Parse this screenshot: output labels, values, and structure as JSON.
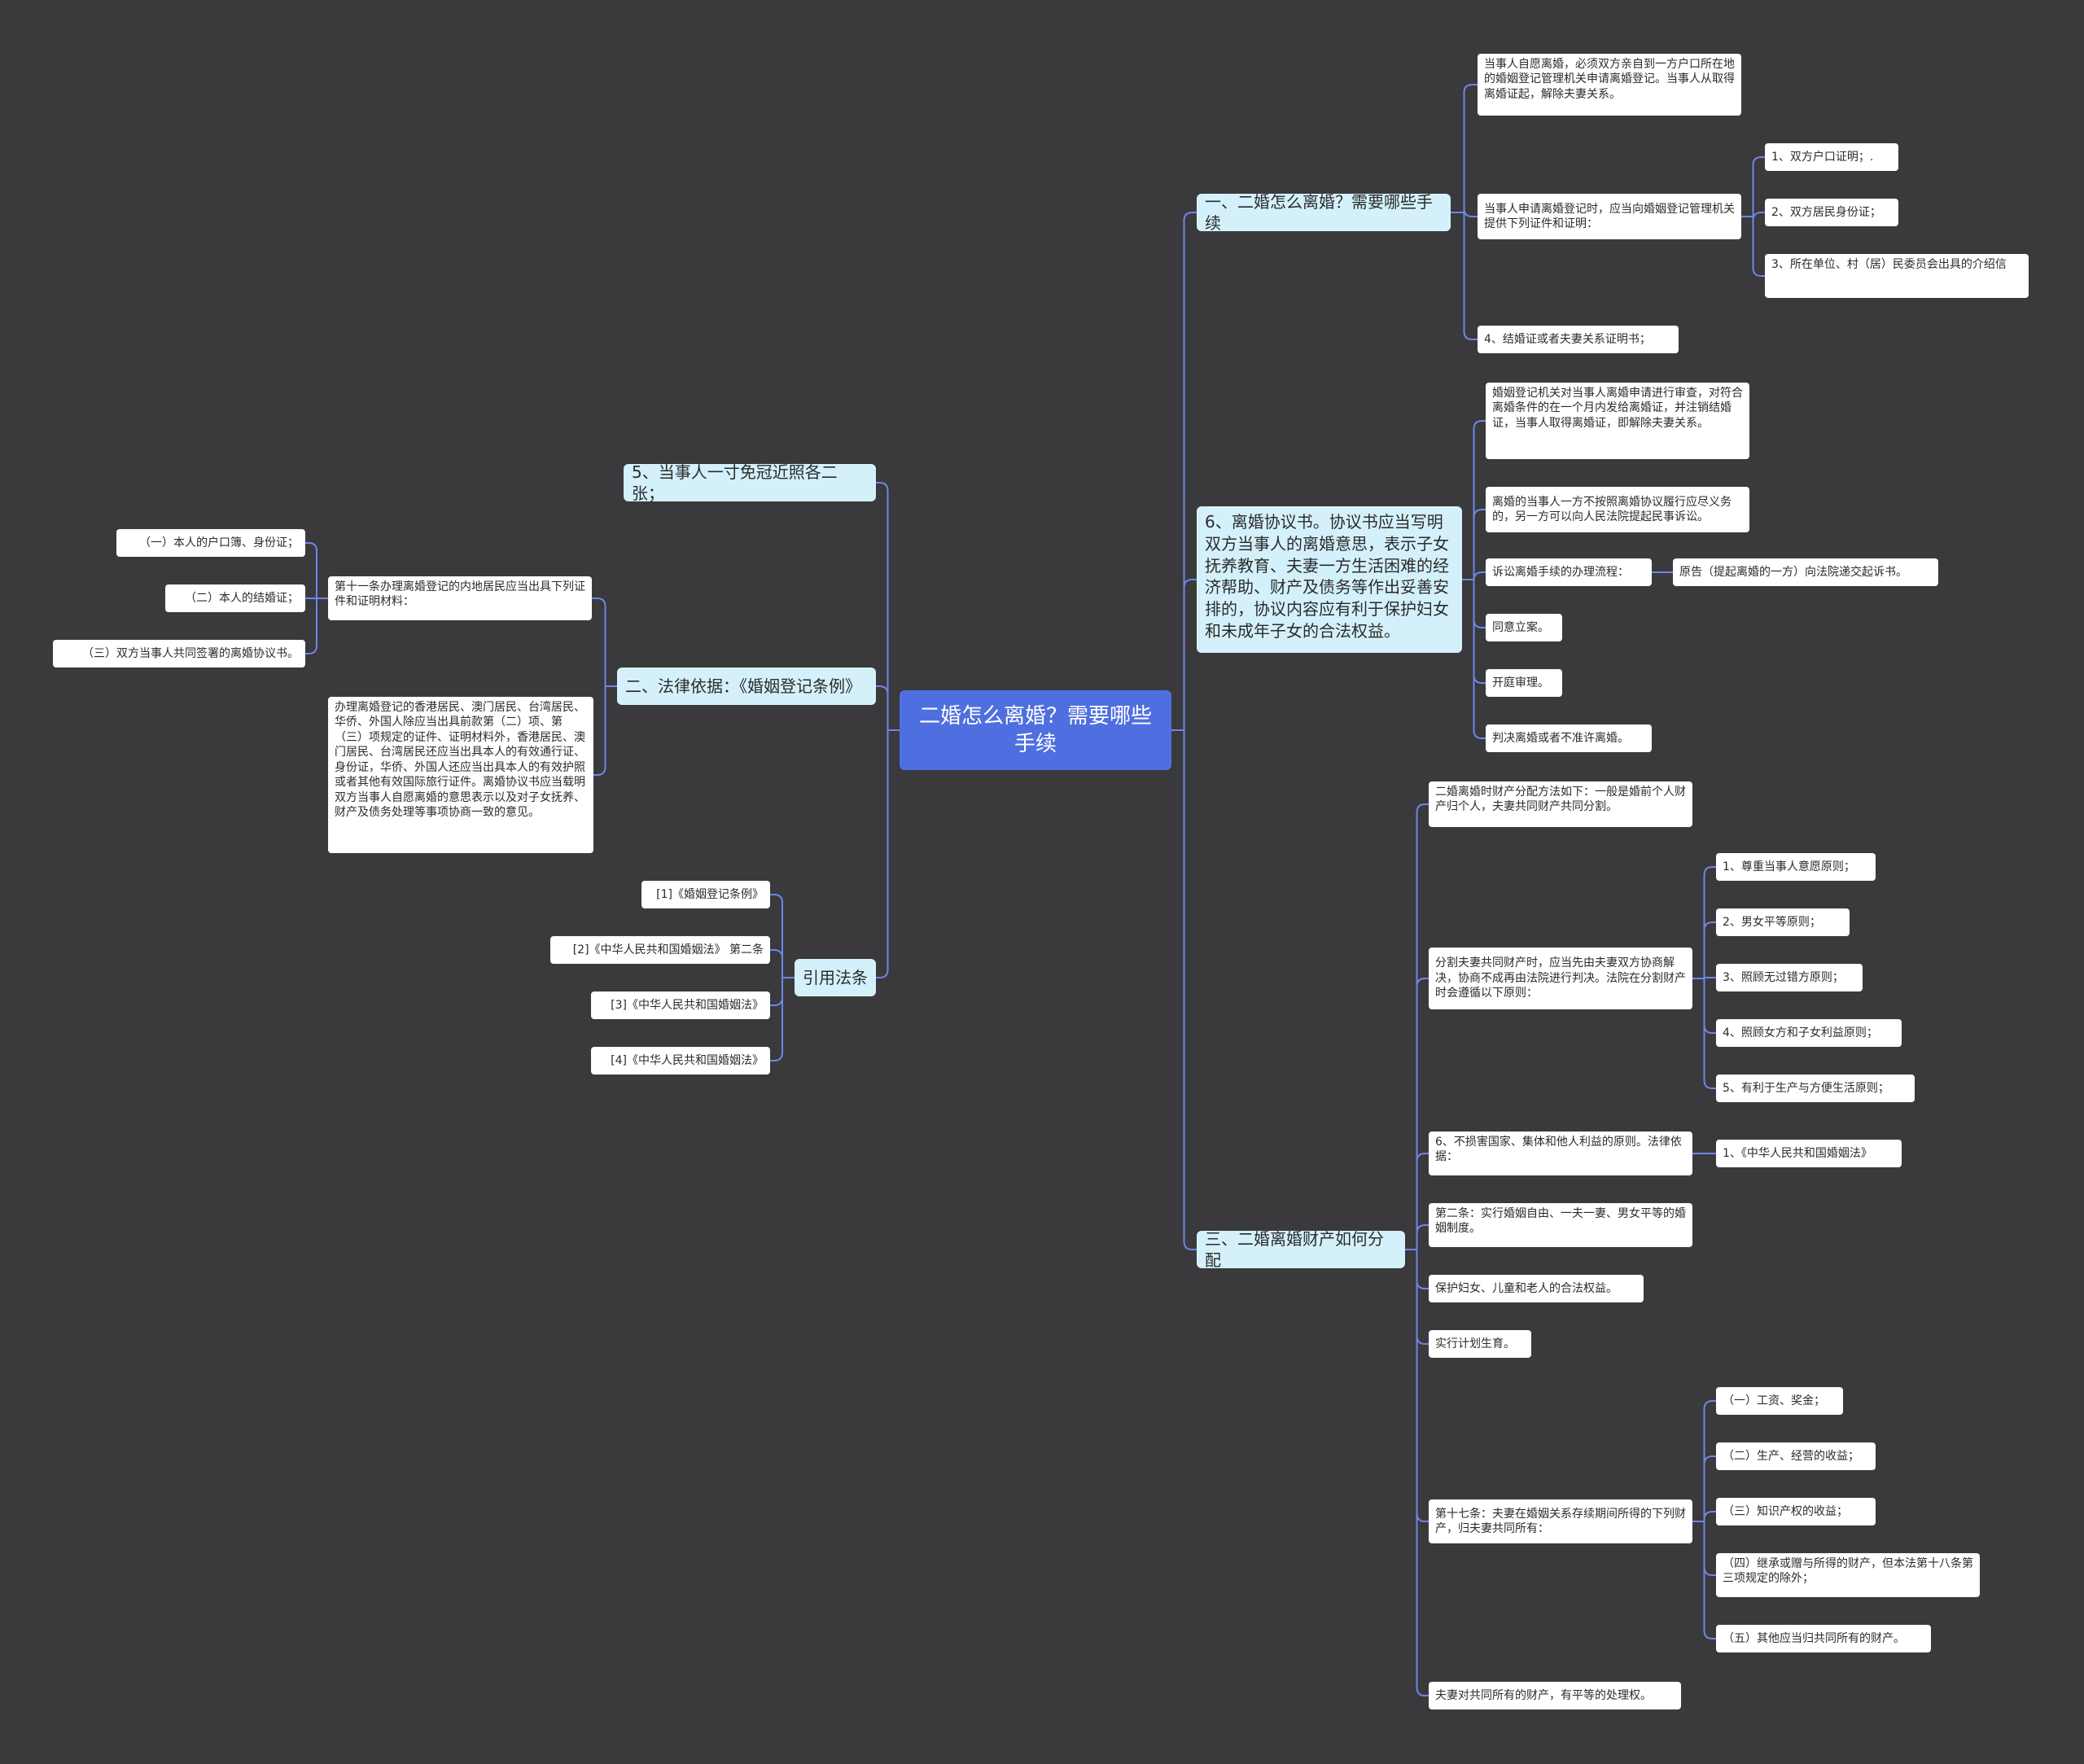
{
  "colors": {
    "background": "#3a393b",
    "root": "#4f6fe0",
    "branch": "#d4f1fb",
    "leaf": "#ffffff",
    "connector": "#6d86e8"
  },
  "root": {
    "title": "二婚怎么离婚？需要哪些手续"
  },
  "right": {
    "b1": {
      "title": "一、二婚怎么离婚？需要哪些手续",
      "n1": "当事人自愿离婚，必须双方亲自到一方户口所在地的婚姻登记管理机关申请离婚登记。当事人从取得离婚证起，解除夫妻关系。",
      "n2": "当事人申请离婚登记时，应当向婚姻登记管理机关提供下列证件和证明：",
      "n2_items": [
        "1、双方户口证明；.",
        "2、双方居民身份证；",
        "3、所在单位、村（居）民委员会出具的介绍信"
      ],
      "n3": "4、结婚证或者夫妻关系证明书；"
    },
    "b2": {
      "title": "6、离婚协议书。协议书应当写明双方当事人的离婚意思，表示子女抚养教育、夫妻一方生活困难的经济帮助、财产及债务等作出妥善安排的，协议内容应有利于保护妇女和未成年子女的合法权益。",
      "n1": "婚姻登记机关对当事人离婚申请进行审查，对符合离婚条件的在一个月内发给离婚证，并注销结婚证，当事人取得离婚证，即解除夫妻关系。",
      "n2": "离婚的当事人一方不按照离婚协议履行应尽义务的，另一方可以向人民法院提起民事诉讼。",
      "n3": "诉讼离婚手续的办理流程：",
      "n3_item": "原告（提起离婚的一方）向法院递交起诉书。",
      "n4": "同意立案。",
      "n5": "开庭审理。",
      "n6": "判决离婚或者不准许离婚。"
    },
    "b3": {
      "title": "三、二婚离婚财产如何分配",
      "n1": "二婚离婚时财产分配方法如下：一般是婚前个人财产归个人，夫妻共同财产共同分割。",
      "n2": "分割夫妻共同财产时，应当先由夫妻双方协商解决，协商不成再由法院进行判决。法院在分割财产时会遵循以下原则：",
      "n2_items": [
        "1、尊重当事人意愿原则；",
        "2、男女平等原则；",
        "3、照顾无过错方原则；",
        "4、照顾女方和子女利益原则；",
        "5、有利于生产与方便生活原则；"
      ],
      "n3": "6、不损害国家、集体和他人利益的原则。法律依据：",
      "n3_item": "1、《中华人民共和国婚姻法》",
      "n4": "第二条：实行婚姻自由、一夫一妻、男女平等的婚姻制度。",
      "n5": "保护妇女、儿童和老人的合法权益。",
      "n6": "实行计划生育。",
      "n7": "第十七条：夫妻在婚姻关系存续期间所得的下列财产，归夫妻共同所有：",
      "n7_items": [
        "（一）工资、奖金；",
        "（二）生产、经营的收益；",
        "（三）知识产权的收益；",
        "（四）继承或赠与所得的财产，但本法第十八条第三项规定的除外；",
        "（五）其他应当归共同所有的财产。"
      ],
      "n8": "夫妻对共同所有的财产，有平等的处理权。"
    }
  },
  "left": {
    "b1": {
      "title": "5、当事人一寸免冠近照各二张；"
    },
    "b2": {
      "title": "二、法律依据：《婚姻登记条例》",
      "n1": "第十一条办理离婚登记的内地居民应当出具下列证件和证明材料：",
      "n1_items": [
        "（一）本人的户口簿、身份证；",
        "（二）本人的结婚证；",
        "（三）双方当事人共同签署的离婚协议书。"
      ],
      "n2": "办理离婚登记的香港居民、澳门居民、台湾居民、华侨、外国人除应当出具前款第（二）项、第（三）项规定的证件、证明材料外，香港居民、澳门居民、台湾居民还应当出具本人的有效通行证、身份证，华侨、外国人还应当出具本人的有效护照或者其他有效国际旅行证件。离婚协议书应当载明双方当事人自愿离婚的意思表示以及对子女抚养、财产及债务处理等事项协商一致的意见。"
    },
    "b3": {
      "title": "引用法条",
      "items": [
        "[1]《婚姻登记条例》",
        "[2]《中华人民共和国婚姻法》 第二条",
        "[3]《中华人民共和国婚姻法》",
        "[4]《中华人民共和国婚姻法》"
      ]
    }
  }
}
